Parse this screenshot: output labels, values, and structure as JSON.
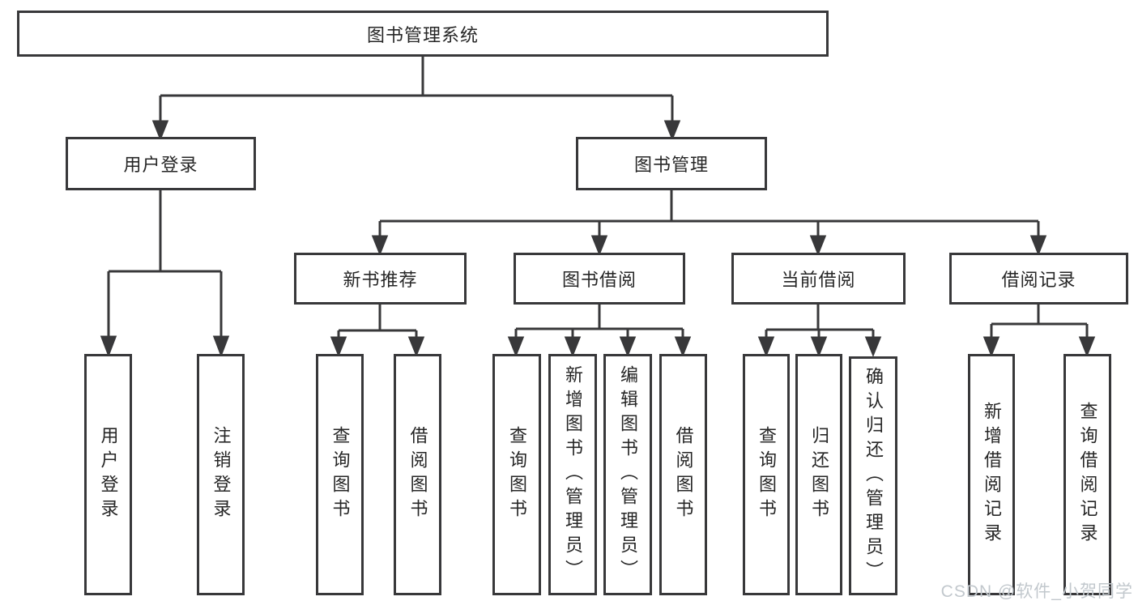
{
  "colors": {
    "background": "#ffffff",
    "line": "#38383a",
    "box_border": "#38383a",
    "text": "#262626",
    "watermark": "#c2c8cd"
  },
  "tree": {
    "label": "图书管理系统",
    "children": [
      {
        "label": "用户登录",
        "children": [
          {
            "label": "用户登录"
          },
          {
            "label": "注销登录"
          }
        ]
      },
      {
        "label": "图书管理",
        "children": [
          {
            "label": "新书推荐",
            "children": [
              {
                "label": "查询图书"
              },
              {
                "label": "借阅图书"
              }
            ]
          },
          {
            "label": "图书借阅",
            "children": [
              {
                "label": "查询图书"
              },
              {
                "label": "新增图书（管理员）"
              },
              {
                "label": "编辑图书（管理员）"
              },
              {
                "label": "借阅图书"
              }
            ]
          },
          {
            "label": "当前借阅",
            "children": [
              {
                "label": "查询图书"
              },
              {
                "label": "归还图书"
              },
              {
                "label": "确认归还（管理员）"
              }
            ]
          },
          {
            "label": "借阅记录",
            "children": [
              {
                "label": "新增借阅记录"
              },
              {
                "label": "查询借阅记录"
              }
            ]
          }
        ]
      }
    ]
  },
  "watermark": {
    "text": "CSDN @软件_小贺同学"
  }
}
